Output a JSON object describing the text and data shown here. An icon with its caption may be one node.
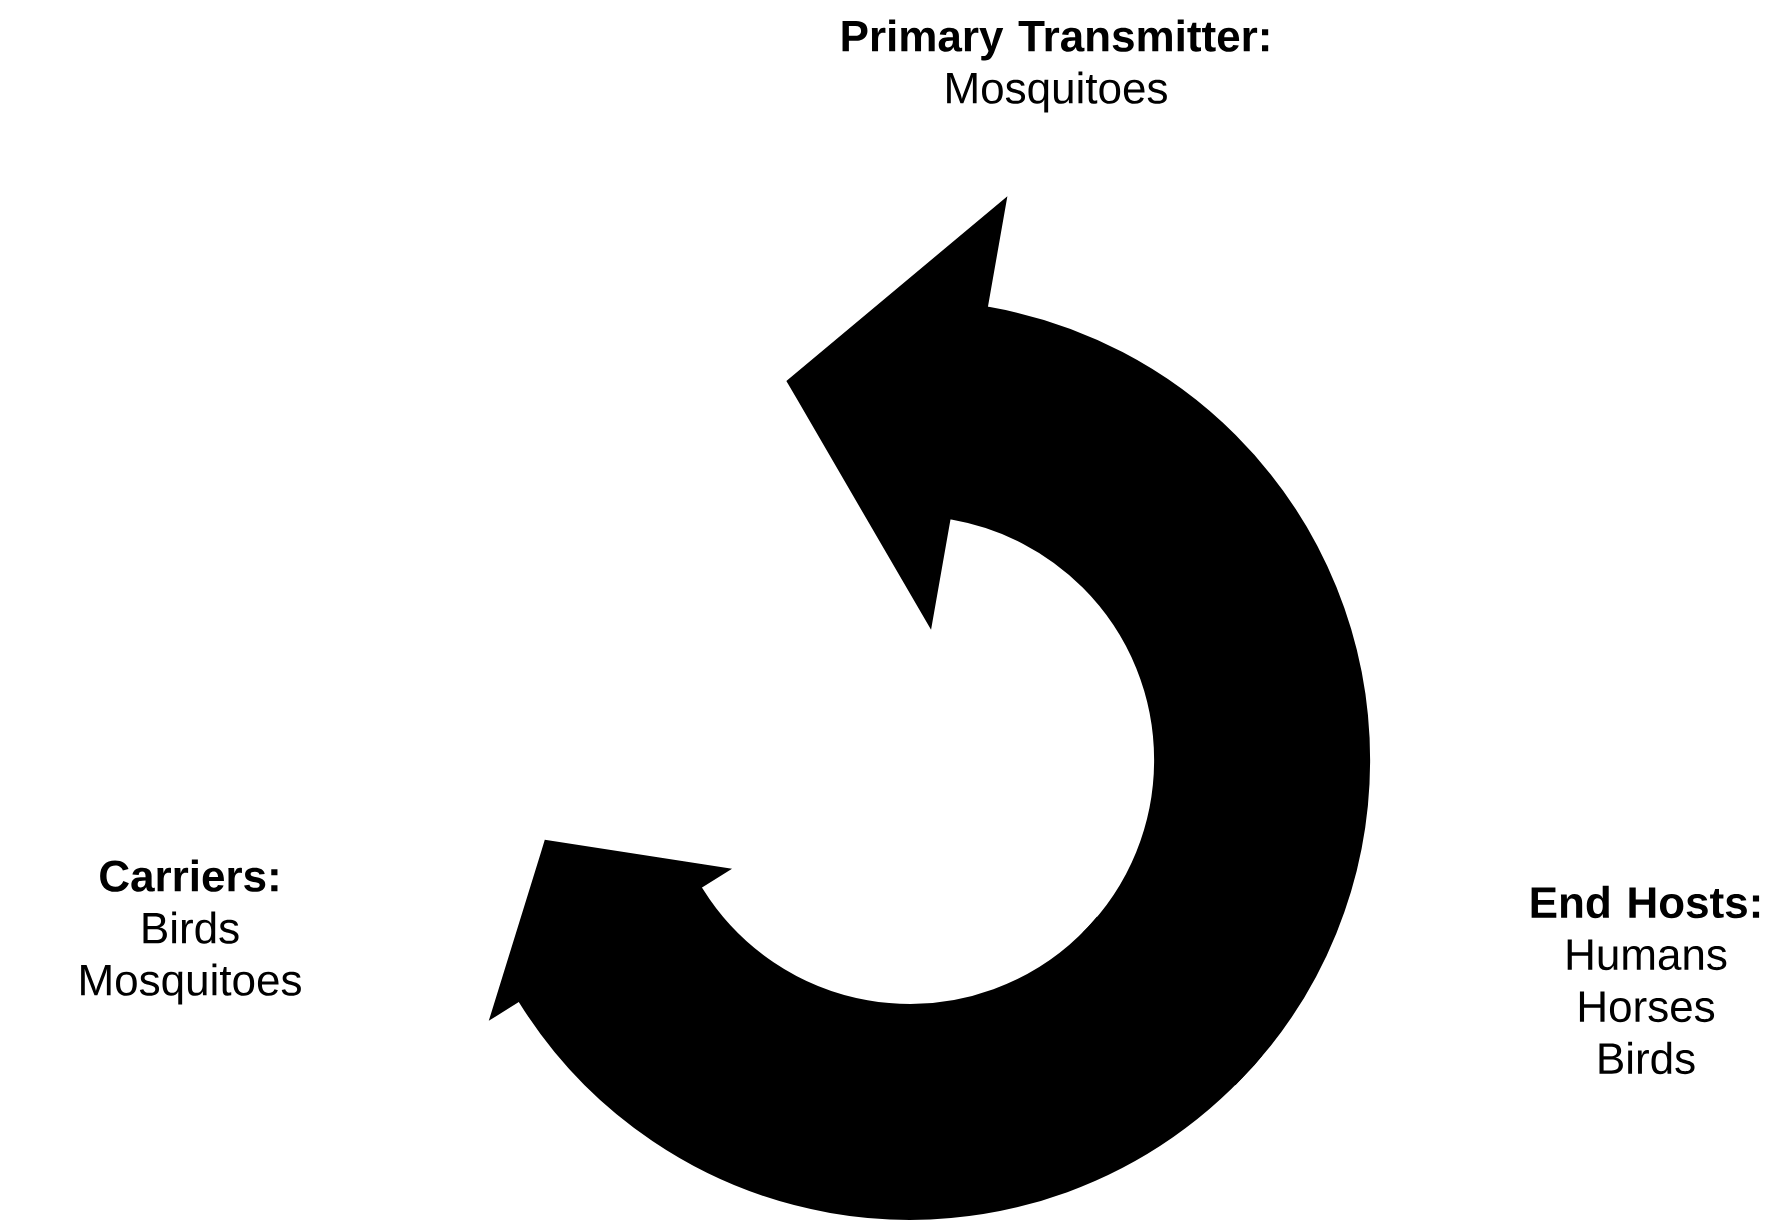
{
  "diagram": {
    "nodes": [
      {
        "text": [
          "Primary Transmitter:",
          "Mosquitoes"
        ]
      },
      {
        "text": [
          "End Hosts:",
          "Humans Horses Birds"
        ]
      },
      {
        "text": [
          "Carriers:",
          "Birds Mosquitoes"
        ]
      }
    ]
  }
}
